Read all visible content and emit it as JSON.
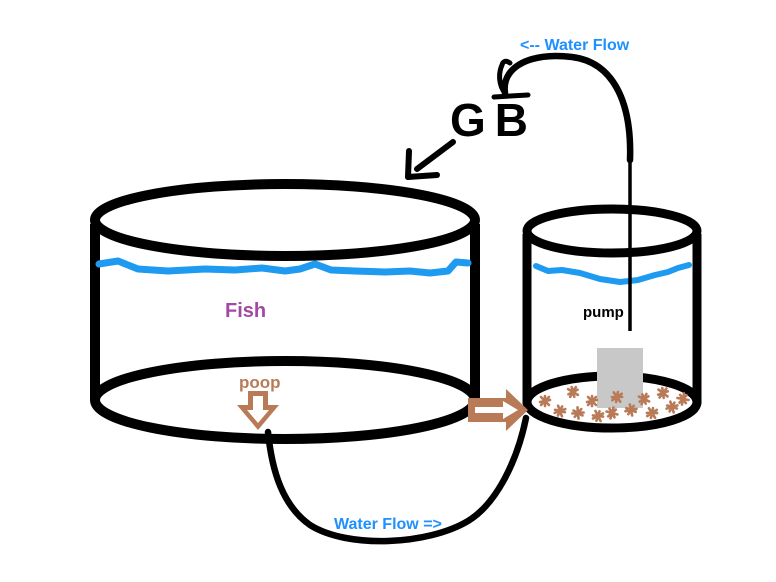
{
  "labels": {
    "water_flow_top": "<-- Water Flow",
    "gb": "GB",
    "fish": "Fish",
    "pump": "pump",
    "poop": "poop",
    "water_flow_bottom": "Water Flow =>"
  },
  "colors": {
    "ink": "#000000",
    "water": "#1E9BF0",
    "flow_label": "#1E90FF",
    "fish_label": "#A349A4",
    "brown": "#B97A57",
    "pump_gray": "#C8C8C8",
    "background": "#FFFFFF"
  },
  "icons": {
    "poop_arrow": "down-block-arrow",
    "transfer_arrow": "right-block-arrow",
    "gb_arrow": "hand-drawn-down-left-arrow",
    "pipe_arrow": "hooked-pipe-end-arrow",
    "gravel": "scribble-dots"
  }
}
